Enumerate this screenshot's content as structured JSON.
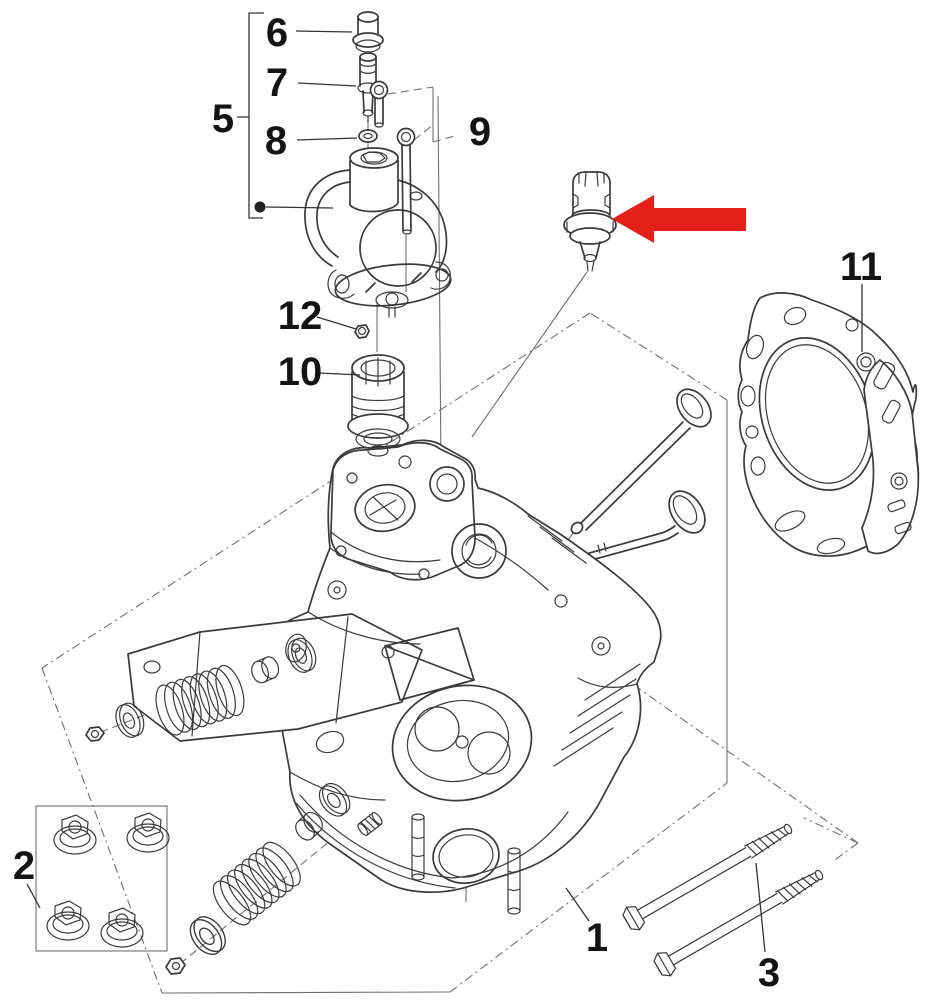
{
  "figure": {
    "background": "#ffffff",
    "part_line_color": "#3a3a3a",
    "construction_line_color": "#6f6f6f",
    "arrow_color": "#e32119"
  },
  "callouts": {
    "n1": "1",
    "n2": "2",
    "n3": "3",
    "n5": "5",
    "n6": "6",
    "n7": "7",
    "n8": "8",
    "n9": "9",
    "n10": "10",
    "n11": "11",
    "n12": "12"
  }
}
